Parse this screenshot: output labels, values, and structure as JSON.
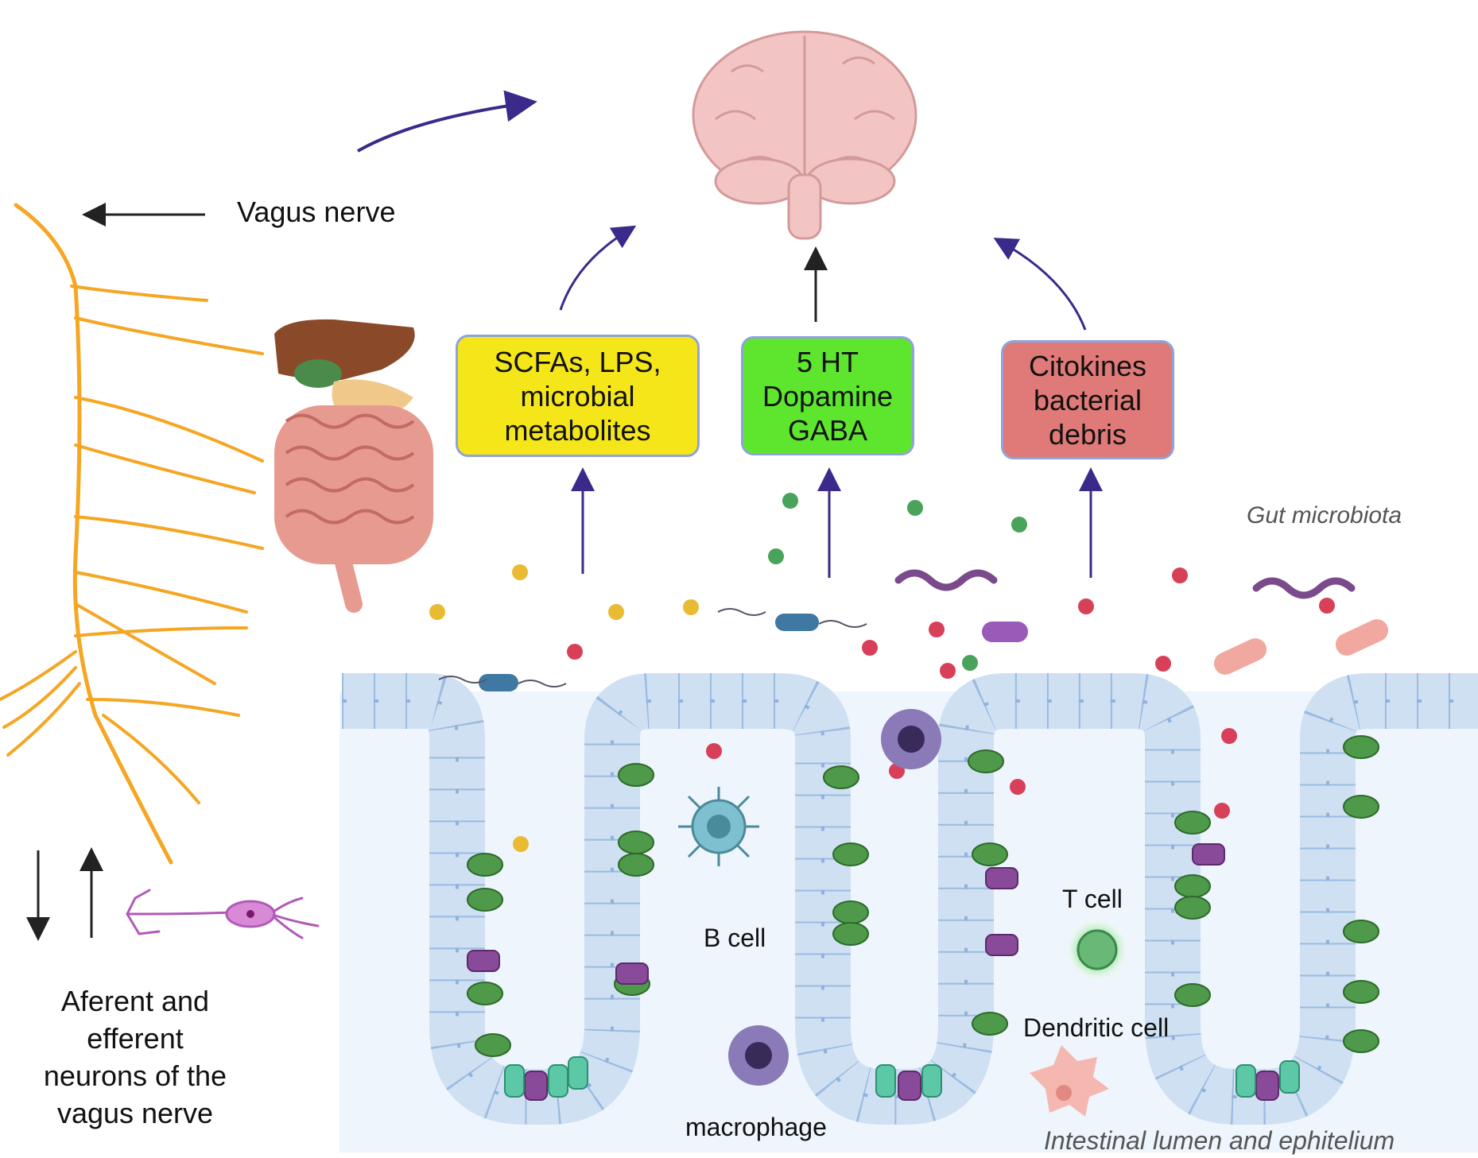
{
  "labels": {
    "vagus_nerve": "Vagus nerve",
    "neurons": "Aferent and\nefferent\nneurons of the\nvagus nerve",
    "gut_microbiota": "Gut microbiota",
    "b_cell": "B cell",
    "t_cell": "T cell",
    "dendritic_cell": "Dendritic cell",
    "macrophage": "macrophage",
    "lumen": "Intestinal lumen and ephitelium"
  },
  "boxes": [
    {
      "text": "SCFAs, LPS,\nmicrobial\nmetabolites"
    },
    {
      "text": "5 HT\nDopamine\nGABA"
    },
    {
      "text": "Citokines\nbacterial\ndebris"
    }
  ],
  "colors": {
    "nerve": "#f5a623",
    "arrow_purple": "#3b2a8a",
    "box_yellow": "#f5e61a",
    "box_green": "#5ee62e",
    "box_red": "#e07a78",
    "box_border": "#8fa3d9",
    "tissue": "#eef5fc",
    "epithelium": "#cfe0f2",
    "brain": "#f2c4c4",
    "metabolite_yellow": "#e9bb32",
    "metabolite_red": "#d84059",
    "metabolite_green": "#4aa35a"
  },
  "icons": [
    "brain-icon",
    "digestive-organs-icon",
    "neuron-icon",
    "bacteria-icon",
    "macrophage-icon",
    "b-cell-icon",
    "t-cell-icon",
    "dendritic-cell-icon"
  ]
}
